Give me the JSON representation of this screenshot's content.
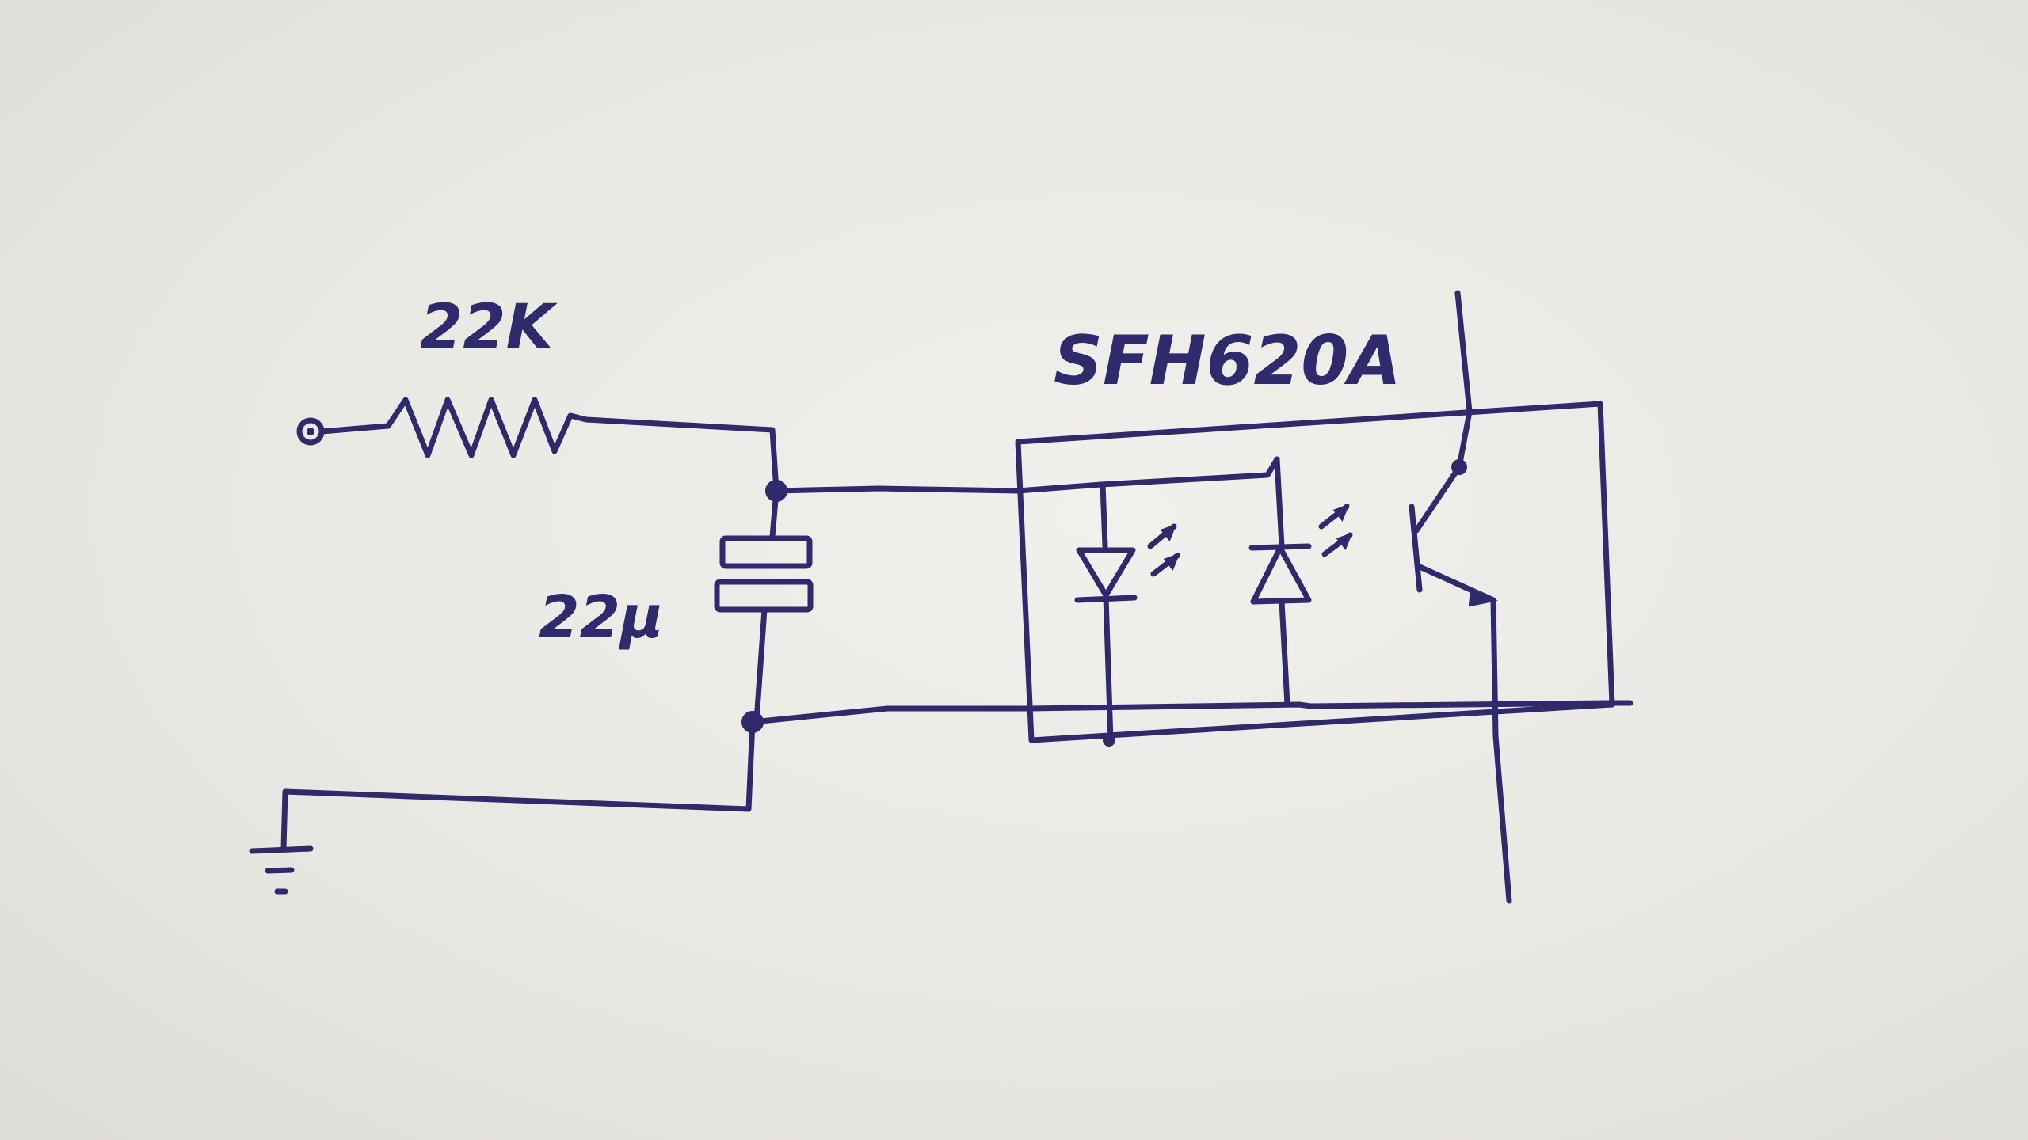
{
  "diagram": {
    "resistor_label": "22K",
    "capacitor_label": "22μ",
    "ic_label": "SFH620A"
  },
  "colors": {
    "ink": "#2e2a6b",
    "paper": "#ecebe6"
  }
}
